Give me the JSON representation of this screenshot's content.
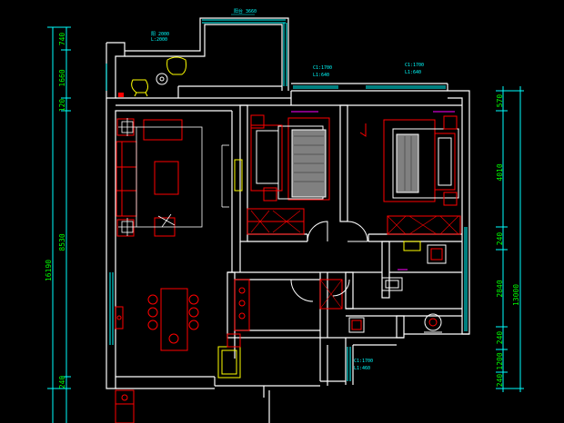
{
  "colors": {
    "background": "#000000",
    "wall": "#ffffff",
    "furniture": "#ff0000",
    "fixture": "#ffffff",
    "dimension": "#00ffff",
    "dim_text": "#00ff00",
    "annotation": "#00ffff",
    "chair": "#ffff00",
    "glass": "#00ffff",
    "door_accent": "#ff00ff",
    "yellow": "#ffff00"
  },
  "dimensions": {
    "left_outer": [
      "740",
      "1660",
      "120",
      "8530",
      "240"
    ],
    "left_total": "16190",
    "right_outer": [
      "570",
      "4010",
      "240",
      "2840",
      "240",
      "1200",
      "240"
    ],
    "right_total": "13000"
  },
  "annotations": {
    "balcony_top": "阳台 3660",
    "balcony_left_1": "阳 2000",
    "balcony_left_2": "L:2000",
    "window_mid_1": "C1:1700",
    "window_mid_2": "L1:640",
    "window_right_1": "C1:1700",
    "window_right_2": "L1:640",
    "window_bottom_1": "C1:1700",
    "window_bottom_2": "L1:460"
  }
}
